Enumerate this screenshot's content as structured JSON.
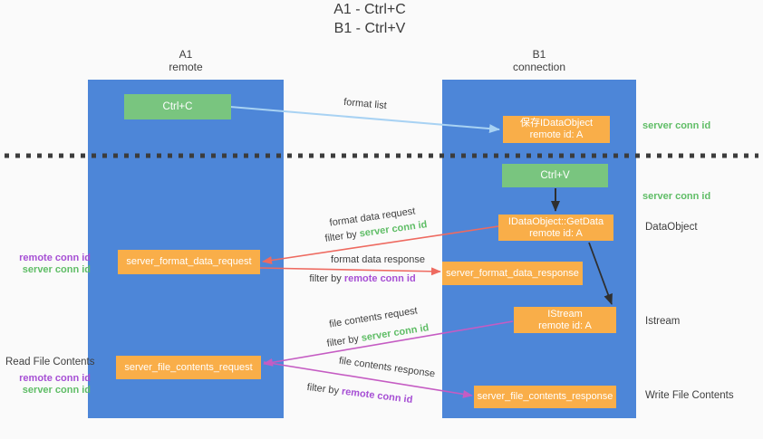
{
  "title": {
    "line1": "A1 - Ctrl+C",
    "line2": "B1 - Ctrl+V"
  },
  "columns": {
    "left": {
      "name": "A1",
      "role": "remote"
    },
    "right": {
      "name": "B1",
      "role": "connection"
    }
  },
  "boxes": {
    "ctrl_c": {
      "label": "Ctrl+C"
    },
    "save_idataobject": {
      "line1": "保存IDataObject",
      "line2": "remote id: A"
    },
    "ctrl_v": {
      "label": "Ctrl+V"
    },
    "idataobject_getdata": {
      "line1": "IDataObject::GetData",
      "line2": "remote id: A"
    },
    "server_format_data_request": {
      "label": "server_format_data_request"
    },
    "server_format_data_response": {
      "label": "server_format_data_response"
    },
    "istream": {
      "line1": "IStream",
      "line2": "remote id: A"
    },
    "server_file_contents_request": {
      "label": "server_file_contents_request"
    },
    "server_file_contents_response": {
      "label": "server_file_contents_response"
    }
  },
  "arrow_labels": {
    "format_list": "format list",
    "format_data_request": "format data request",
    "format_data_response": "format data response",
    "file_contents_request": "file contents request",
    "file_contents_response": "file contents response",
    "filter_by": "filter by ",
    "server_conn_id": "server conn id",
    "remote_conn_id": "remote conn id"
  },
  "side_labels": {
    "server_conn_id_top_right": "server conn id",
    "server_conn_id_mid_right": "server conn id",
    "data_object": "DataObject",
    "istream": "Istream",
    "remote_conn_id_left_1": "remote conn id",
    "server_conn_id_left_1": "server conn id",
    "read_file_contents": "Read File Contents",
    "remote_conn_id_left_2": "remote conn id",
    "server_conn_id_left_2": "server conn id",
    "write_file_contents": "Write File Contents"
  },
  "colors": {
    "background": "#fafafa",
    "column_blue": "#4d86d8",
    "box_green": "#79c57f",
    "box_orange": "#f9ae49",
    "conn_id_green": "#5fbd66",
    "conn_id_purple": "#a64fd4",
    "arrow_light_blue": "#a8d2f3",
    "arrow_red": "#ee6a60",
    "arrow_magenta": "#c55cc3",
    "arrow_black": "#2f2f2f",
    "text_dark": "#3f3f3f"
  }
}
